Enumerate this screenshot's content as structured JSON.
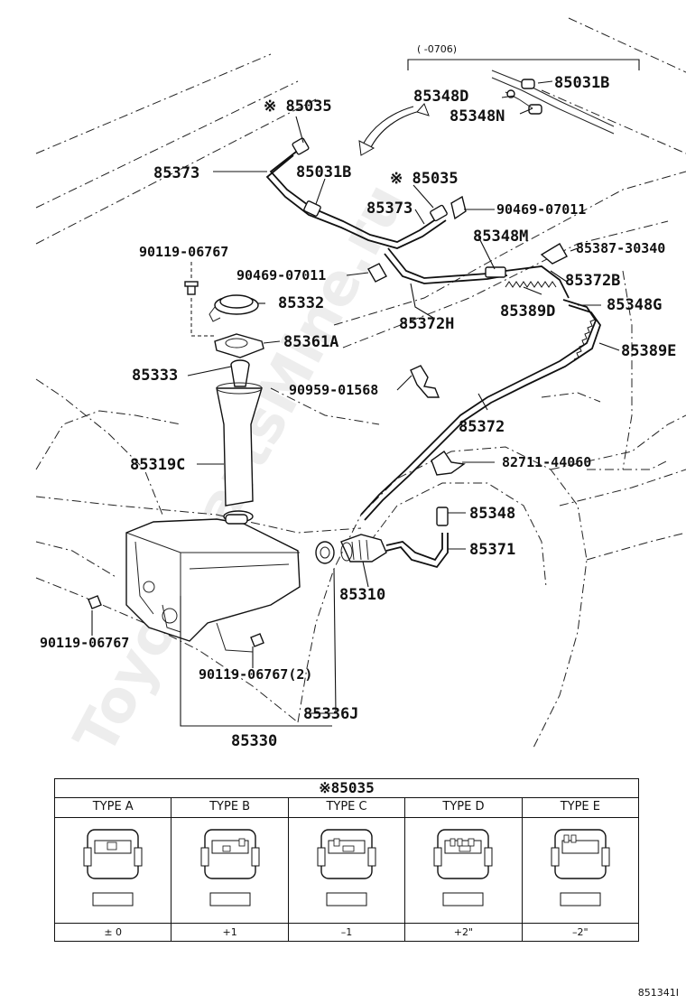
{
  "watermark": "ToyotaPartsMine.ru",
  "range_note": "(      -0706)",
  "labels": {
    "p85035_top": "※ 85035",
    "p85031B_top": "85031B",
    "p85348D": "85348D",
    "p85348N": "85348N",
    "p85373_a": "85373",
    "p85031B_mid": "85031B",
    "p85035_mid": "※ 85035",
    "p85373_b": "85373",
    "p90469_b": "90469-07011",
    "p85348M": "85348M",
    "p90119_a": "90119-06767",
    "p90469_a": "90469-07011",
    "p85387": "85387-30340",
    "p85372B": "85372B",
    "p85332": "85332",
    "p85389D": "85389D",
    "p85348G": "85348G",
    "p85372H": "85372H",
    "p85361A": "85361A",
    "p85389E": "85389E",
    "p85333": "85333",
    "p90959": "90959-01568",
    "p85372": "85372",
    "p82711": "82711-44060",
    "p85319C": "85319C",
    "p85348": "85348",
    "p85371": "85371",
    "p85310": "85310",
    "p90119_b": "90119-06767",
    "p90119_c": "90119-06767(2)",
    "p85336J": "85336J",
    "p85330": "85330"
  },
  "table": {
    "title": "※85035",
    "columns": [
      {
        "type": "TYPE A",
        "value": "± 0"
      },
      {
        "type": "TYPE B",
        "value": "+1"
      },
      {
        "type": "TYPE C",
        "value": "–1"
      },
      {
        "type": "TYPE D",
        "value": "+2\""
      },
      {
        "type": "TYPE E",
        "value": "–2\""
      }
    ]
  },
  "footer_code": "851341I"
}
